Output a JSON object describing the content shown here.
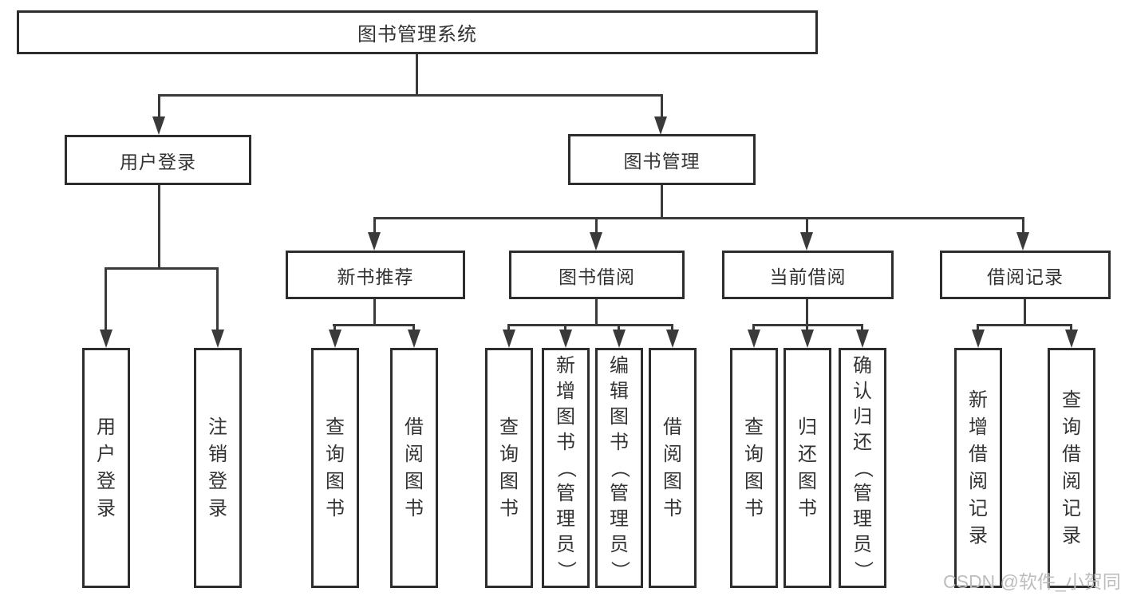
{
  "diagram": {
    "root": {
      "label": "图书管理系统"
    },
    "branches": [
      {
        "label": "用户登录",
        "children": [
          {
            "label": "用户登录"
          },
          {
            "label": "注销登录"
          }
        ]
      },
      {
        "label": "图书管理",
        "children": [
          {
            "label": "新书推荐",
            "children": [
              {
                "label": "查询图书"
              },
              {
                "label": "借阅图书"
              }
            ]
          },
          {
            "label": "图书借阅",
            "children": [
              {
                "label": "查询图书"
              },
              {
                "label": "新增图书（管理员）"
              },
              {
                "label": "编辑图书（管理员）"
              },
              {
                "label": "借阅图书"
              }
            ]
          },
          {
            "label": "当前借阅",
            "children": [
              {
                "label": "查询图书"
              },
              {
                "label": "归还图书"
              },
              {
                "label": "确认归还（管理员）"
              }
            ]
          },
          {
            "label": "借阅记录",
            "children": [
              {
                "label": "新增借阅记录"
              },
              {
                "label": "查询借阅记录"
              }
            ]
          }
        ]
      }
    ]
  },
  "watermark": {
    "text": "CSDN @软件_小贺同学",
    "color": "#bdbdbd"
  },
  "colors": {
    "line": "#3a3a3a",
    "border": "#2d2d2d",
    "text": "#333333",
    "background": "#ffffff"
  }
}
